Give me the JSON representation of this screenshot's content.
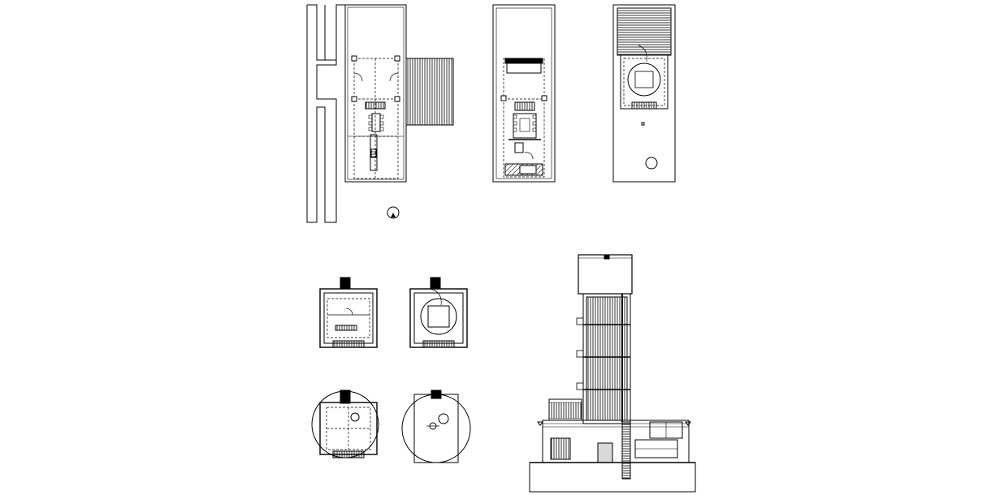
{
  "drawing": {
    "kind": "architectural-drawing-sheet",
    "views": [
      "ground-floor-plan",
      "upper-floor-plan",
      "roof-plan",
      "tower-level-plan-1",
      "tower-level-plan-2",
      "tower-level-plan-3",
      "tower-level-plan-4",
      "section-elevation"
    ],
    "line_color": "#000000",
    "background_color": "#ffffff"
  }
}
